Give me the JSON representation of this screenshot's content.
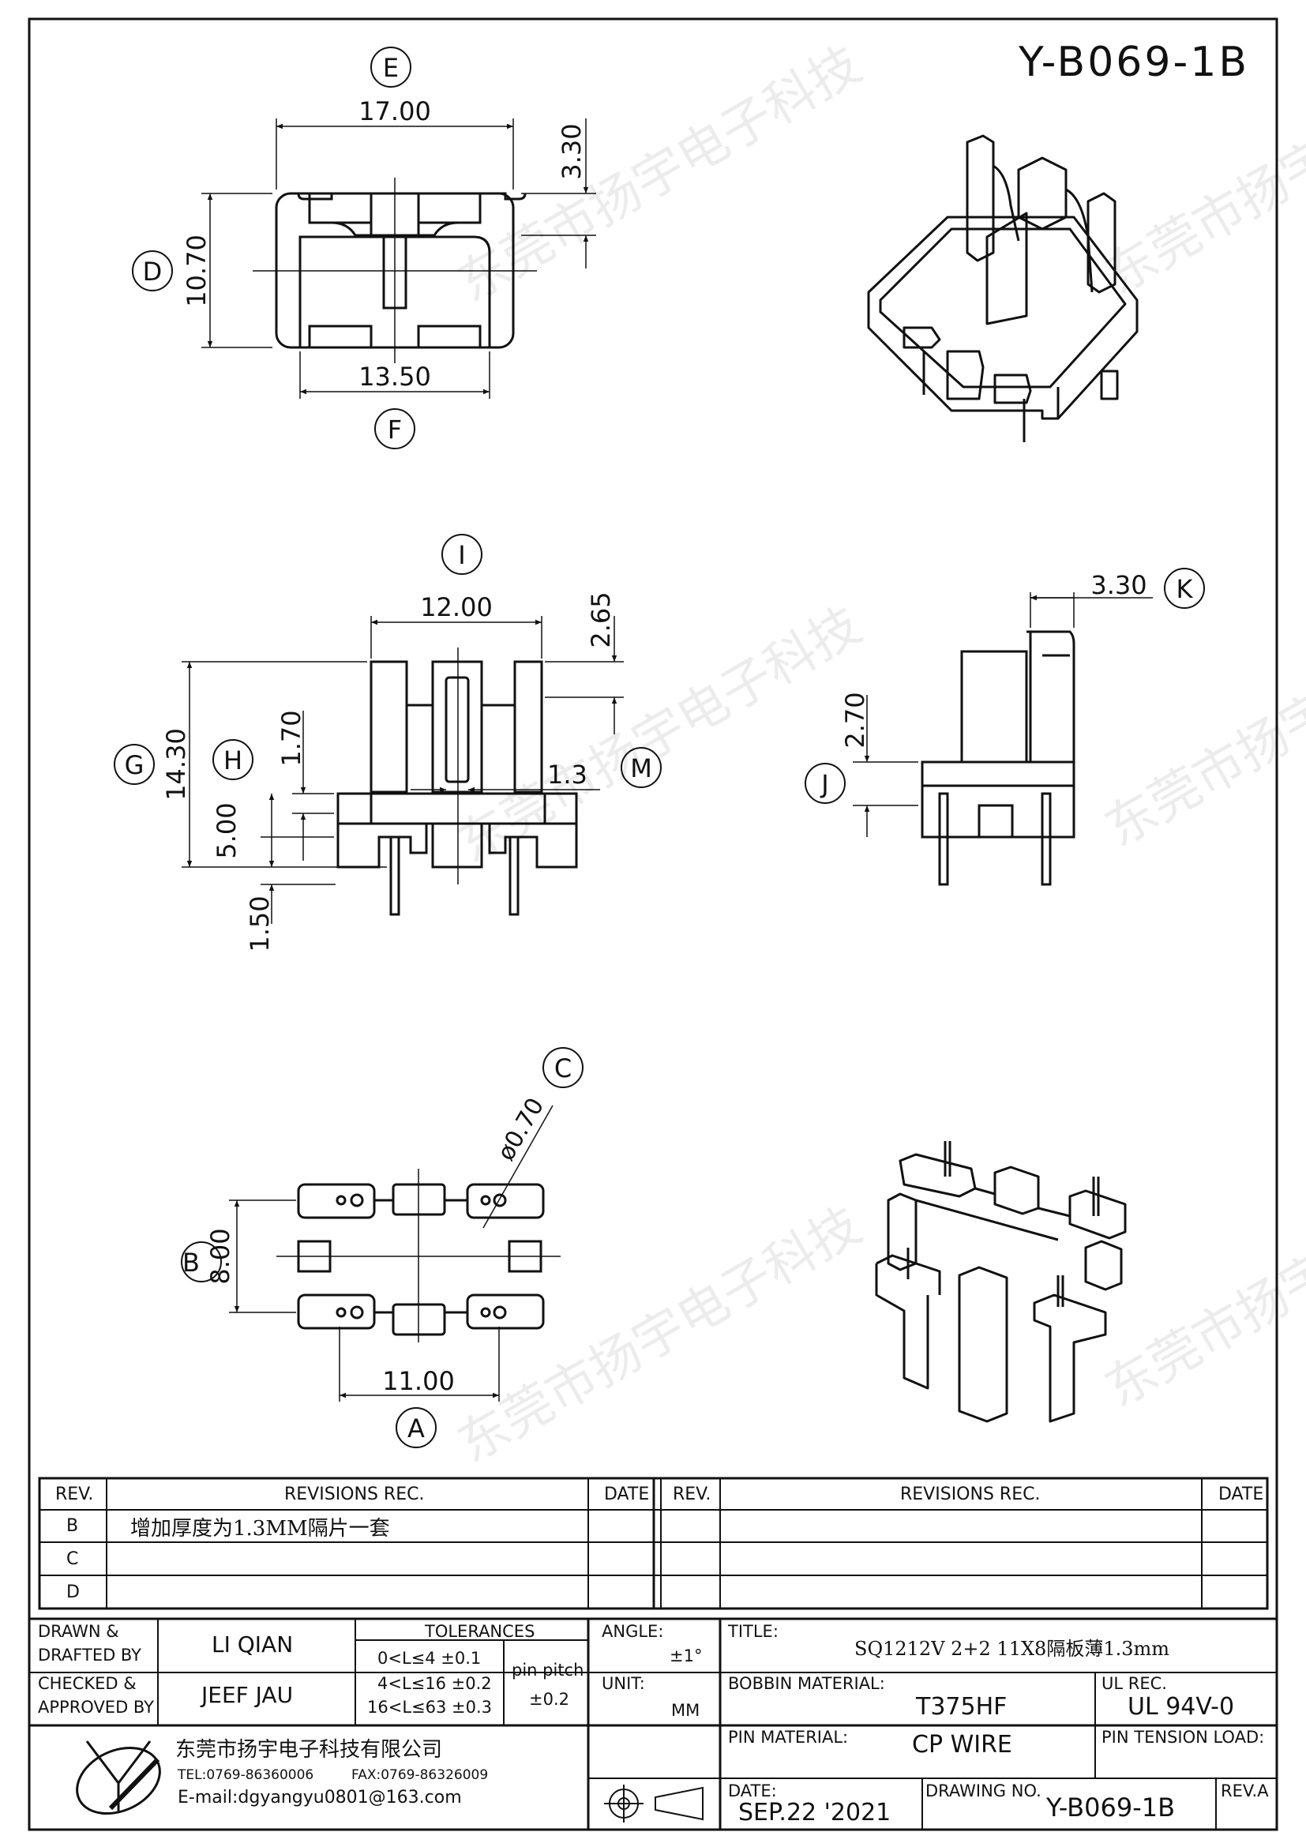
{
  "drawing_id": "Y-B069-1B",
  "view_labels": {
    "e": "E",
    "f": "F",
    "d": "D",
    "i": "I",
    "g": "G",
    "h": "H",
    "m": "M",
    "j": "J",
    "k": "K",
    "c": "C",
    "b": "B",
    "a": "A"
  },
  "dimensions": {
    "top_width": "17.00",
    "top_slot": "3.30",
    "top_height": "10.70",
    "top_bottom_width": "13.50",
    "front_width": "12.00",
    "front_flange": "2.65",
    "front_height": "14.30",
    "front_step": "1.70",
    "front_base": "5.00",
    "front_standoff": "1.50",
    "partition": "1.3",
    "side_depth": "3.30",
    "side_step": "2.70",
    "pin_dia": "ø0.70",
    "pin_rows": "8.00",
    "pin_span": "11.00"
  },
  "revisions": {
    "headers": {
      "rev": "REV.",
      "rec": "REVISIONS    REC.",
      "date": "DATE"
    },
    "rows_left": [
      {
        "rev": "B",
        "rec": "增加厚度为1.3MM隔片一套",
        "date": ""
      },
      {
        "rev": "C",
        "rec": "",
        "date": ""
      },
      {
        "rev": "D",
        "rec": "",
        "date": ""
      }
    ]
  },
  "title_block": {
    "drawn_by_label": "DRAWN  &",
    "drafted_by_label": "DRAFTED  BY",
    "drawn_by": "LI QIAN",
    "checked_label": "CHECKED  &",
    "approved_label": "APPROVED  BY",
    "checked_by": "JEEF JAU",
    "tolerances_label": "TOLERANCES",
    "tol_rows": [
      "0<L≤4    ±0.1",
      "4<L≤16  ±0.2",
      "16<L≤63  ±0.3"
    ],
    "pin_pitch_label": "pin  pitch",
    "pin_pitch_value": "±0.2",
    "angle_label": "ANGLE:",
    "angle_value": "±1°",
    "unit_label": "UNIT:",
    "unit_value": "MM",
    "title_label": "TITLE:",
    "title_value": "SQ1212V  2+2  11X8隔板薄1.3mm",
    "bobbin_label": "BOBBIN  MATERIAL:",
    "bobbin_value": "T375HF",
    "ul_label": "UL  REC.",
    "ul_value": "UL  94V-0",
    "pin_material_label": "PIN  MATERIAL:",
    "pin_material_value": "CP  WIRE",
    "pin_tension_label": "PIN  TENSION  LOAD:",
    "company": "东莞市扬宇电子科技有限公司",
    "tel": "TEL:0769-86360006",
    "fax": "FAX:0769-86326009",
    "email": "E-mail:dgyangyu0801@163.com",
    "date_label": "DATE:",
    "date_value": "SEP.22  '2021",
    "drawing_no_label": "DRAWING  NO.",
    "drawing_no_value": "Y-B069-1B",
    "rev_label": "REV.A"
  },
  "watermark": "东莞市扬宇电子科技"
}
